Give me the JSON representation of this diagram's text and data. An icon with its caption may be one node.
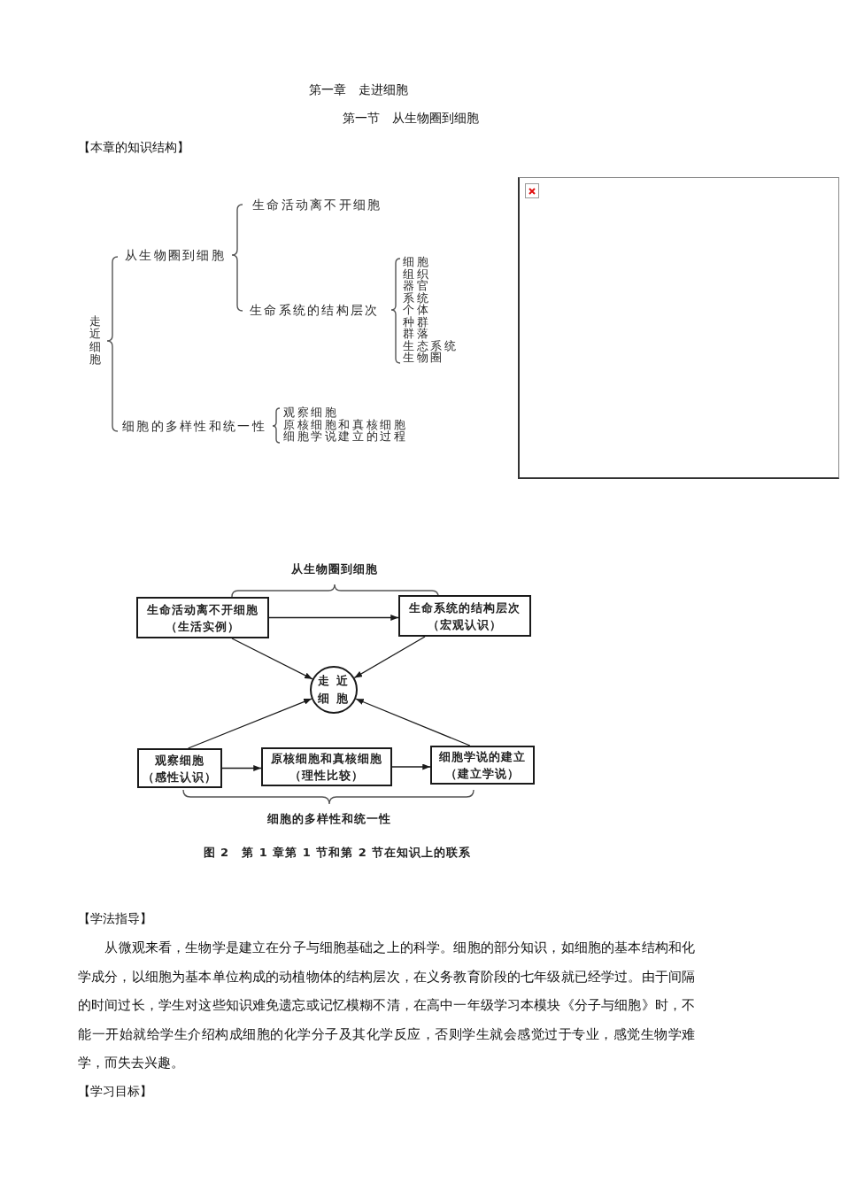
{
  "diagram": {
    "title": "第一章　走进细胞",
    "caption": "图 2　第 1 章第 1 节和第 2 节在知识上的联系",
    "nodes": [
      {
        "text": [
          "生命活动离不开细胞",
          "（生活实例）"
        ]
      },
      {
        "text": [
          "生命系统的结构层次",
          "（宏观认识）"
        ]
      },
      {
        "text": [
          "走近细胞"
        ]
      },
      {
        "text": [
          "观察细胞",
          "（感性认识）"
        ]
      },
      {
        "text": [
          "原核细胞和真核细胞",
          "（理性比较）"
        ]
      },
      {
        "text": [
          "细胞学说的建立",
          "（建立学说）"
        ]
      }
    ],
    "edges": [
      {
        "from": 0,
        "to": 1,
        "arrow": "to"
      },
      {
        "from": 0,
        "to": 2,
        "arrow": "to"
      },
      {
        "from": 1,
        "to": 2,
        "arrow": "to"
      },
      {
        "from": 3,
        "to": 2,
        "arrow": "to"
      },
      {
        "from": 5,
        "to": 2,
        "arrow": "to"
      },
      {
        "from": 3,
        "to": 4,
        "arrow": "to"
      },
      {
        "from": 4,
        "to": 5,
        "arrow": "to"
      }
    ],
    "labels": [
      "第一节　从生物圈到细胞",
      "【本章的知识结构】",
      "走近细胞",
      "从生物圈到细胞",
      "生命活动离不开细胞",
      "生命系统的结构层次",
      "细胞",
      "组织",
      "器官",
      "系统",
      "个体",
      "种群",
      "群落",
      "生态系统",
      "生物圈",
      "细胞的多样性和统一性",
      "观察细胞",
      "原核细胞和真核细胞",
      "细胞学说建立的过程",
      "从生物圈到细胞",
      "细胞的多样性和统一性",
      "【学法指导】",
      "从微观来看，生物学是建立在分子与细胞基础之上的科学。细胞的部分知识，如细胞的基本结构和化学成分，以细胞为基本单位构成的动植物体的结构层次，在义务教育阶段的七年级就已经学过。由于间隔的时间过长，学生对这些知识难免遗忘或记忆模糊不清，在高中一年级学习本模块《分子与细胞》时，不能一开始就给学生介绍构成细胞的化学分子及其化学反应，否则学生就会感觉过于专业，感觉生物学难学，而失去兴趣。",
      "【学习目标】"
    ]
  }
}
